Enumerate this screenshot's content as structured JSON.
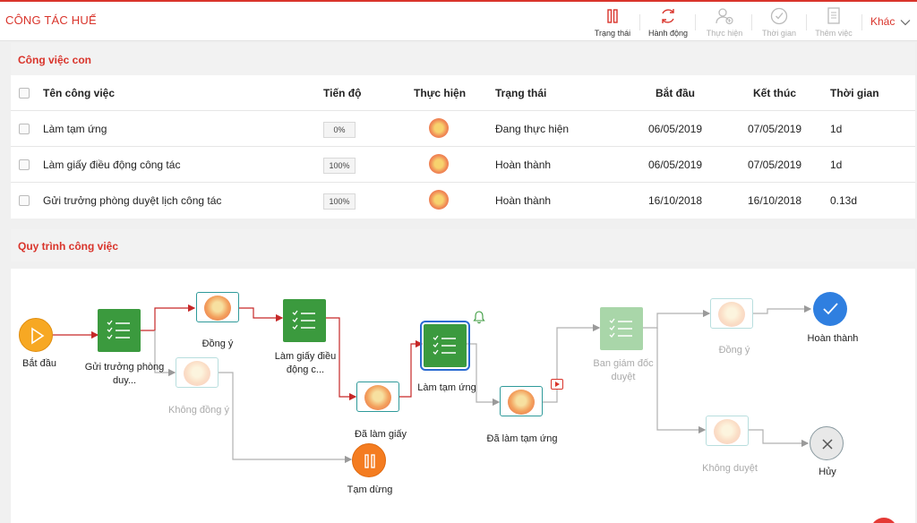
{
  "app": {
    "title": "CÔNG TÁC HUẾ"
  },
  "toolbar": {
    "status": "Trạng thái",
    "action": "Hành động",
    "perform": "Thực hiện",
    "time": "Thời gian",
    "add_task": "Thêm việc",
    "more": "Khác"
  },
  "subtasks": {
    "title": "Công việc con",
    "columns": {
      "name": "Tên công việc",
      "progress": "Tiến độ",
      "assignee": "Thực hiện",
      "status": "Trạng thái",
      "start": "Bắt đầu",
      "end": "Kết thúc",
      "duration": "Thời gian"
    },
    "rows": [
      {
        "name": "Làm tạm ứng",
        "progress": "0%",
        "status": "Đang thực hiện",
        "start": "06/05/2019",
        "end": "07/05/2019",
        "duration": "1d"
      },
      {
        "name": "Làm giấy điều động công tác",
        "progress": "100%",
        "status": "Hoàn thành",
        "start": "06/05/2019",
        "end": "07/05/2019",
        "duration": "1d"
      },
      {
        "name": "Gửi trưởng phòng duyệt lịch công tác",
        "progress": "100%",
        "status": "Hoàn thành",
        "start": "16/10/2018",
        "end": "16/10/2018",
        "duration": "0.13d"
      }
    ]
  },
  "workflow": {
    "title": "Quy trình công việc",
    "nodes": {
      "start": "Bắt đầu",
      "send_manager_1": "Gửi trưởng phòng",
      "send_manager_2": "duy...",
      "agree_1": "Đồng ý",
      "disagree_1": "Không đồng ý",
      "travel_order_1": "Làm giấy điều",
      "travel_order_2": "động c...",
      "travel_done": "Đã làm giấy",
      "pause": "Tạm dừng",
      "advance": "Làm tạm ứng",
      "advance_done": "Đã làm tạm ứng",
      "board_1": "Ban giám đốc",
      "board_2": "duyệt",
      "agree_2": "Đồng ý",
      "reject": "Không duyệt",
      "complete": "Hoàn thành",
      "cancel": "Hủy"
    }
  },
  "colors": {
    "accent": "#d9342b",
    "task_green": "#3b9a3e",
    "flow_active": "#c62828",
    "flow_inactive": "#b0b0b0",
    "complete_blue": "#2f7fe0",
    "pause_orange": "#f47c20"
  }
}
